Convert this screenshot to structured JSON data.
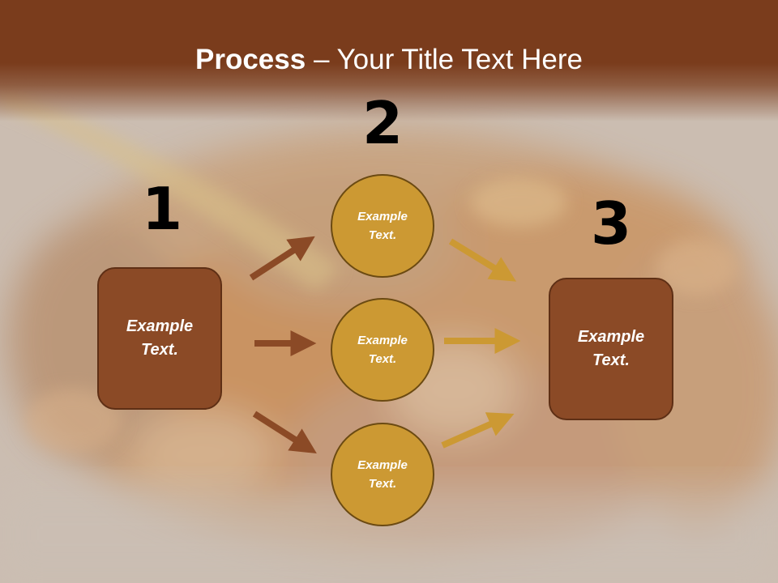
{
  "title": {
    "bold": "Process",
    "rest": " – Your Title Text Here"
  },
  "steps": {
    "one": "1",
    "two": "2",
    "three": "3"
  },
  "left_box": {
    "label": "Example\nText."
  },
  "right_box": {
    "label": "Example\nText."
  },
  "circles": [
    {
      "label": "Example\nText."
    },
    {
      "label": "Example\nText."
    },
    {
      "label": "Example\nText."
    }
  ],
  "colors": {
    "brown": "#8b4a26",
    "gold": "#cc9933",
    "header": "#7a3c1c"
  }
}
